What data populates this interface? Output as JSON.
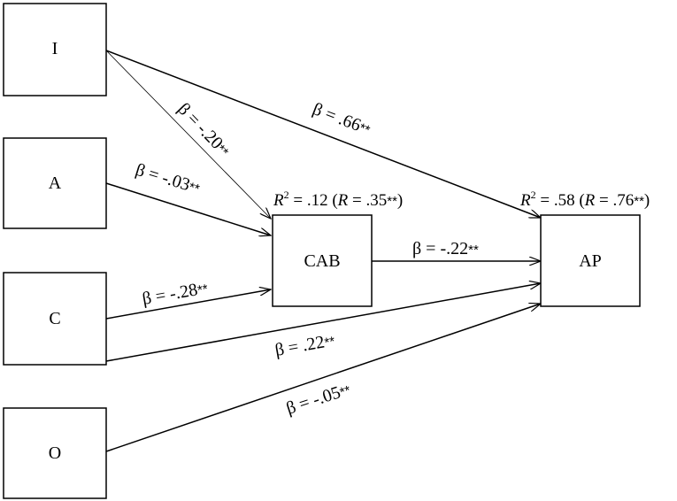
{
  "nodes": {
    "I": "I",
    "A": "A",
    "C": "C",
    "O": "O",
    "CAB": "CAB",
    "AP": "AP"
  },
  "paths": {
    "i_to_ap": {
      "beta": "β = .66",
      "stars": "**"
    },
    "i_to_cab": {
      "beta": "β = -.20",
      "stars": "**"
    },
    "a_to_cab": {
      "beta": "β = -.03",
      "stars": "**"
    },
    "c_to_cab": {
      "beta": "β = -.28",
      "stars": "**"
    },
    "cab_to_ap": {
      "beta": "β = -.22",
      "stars": "**"
    },
    "c_to_ap": {
      "beta": "β = .22",
      "stars": "**"
    },
    "o_to_ap": {
      "beta": "β = -.05",
      "stars": "**"
    }
  },
  "r2": {
    "cab": {
      "r": "R",
      "sup": "2",
      "value": " = .12 (",
      "r_label": "R",
      "r_value": " = .35",
      "stars": "**",
      "close": ")"
    },
    "ap": {
      "r": "R",
      "sup": "2",
      "value": " = .58 (",
      "r_label": "R",
      "r_value": " = .76",
      "stars": "**",
      "close": ")"
    }
  },
  "colors": {
    "stroke": "#000000",
    "background": "#ffffff"
  }
}
